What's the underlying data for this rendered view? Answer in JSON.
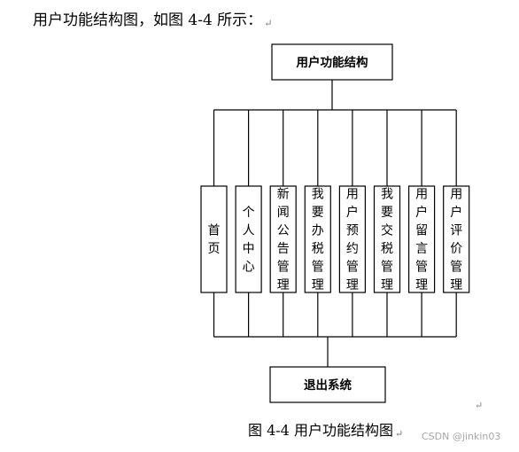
{
  "intro_text": "用户功能结构图，如图 4-4 所示：",
  "para_mark": "↵",
  "root": {
    "label": "用户功能结构"
  },
  "modules": [
    {
      "id": "home",
      "label": "首页"
    },
    {
      "id": "personal-center",
      "label": "个人中心"
    },
    {
      "id": "news-announcement-mgmt",
      "label": "新闻公告管理"
    },
    {
      "id": "i-want-to-file-tax",
      "label": "我要办税管理"
    },
    {
      "id": "user-appointment-mgmt",
      "label": "用户预约管理"
    },
    {
      "id": "i-want-to-pay-tax",
      "label": "我要交税管理"
    },
    {
      "id": "user-message-mgmt",
      "label": "用户留言管理"
    },
    {
      "id": "user-evaluation-mgmt",
      "label": "用户评价管理"
    }
  ],
  "exit": {
    "label": "退出系统"
  },
  "caption": "图 4-4 用户功能结构图",
  "watermark": "CSDN @jinkin03"
}
